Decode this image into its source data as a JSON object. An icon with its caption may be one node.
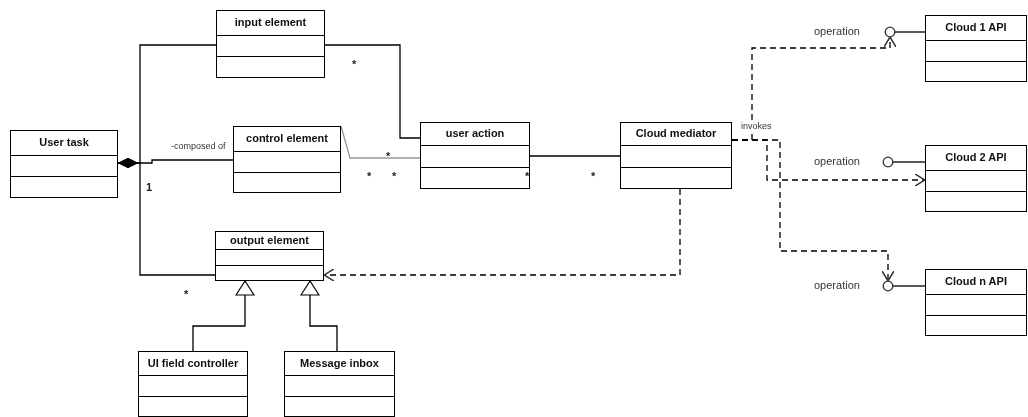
{
  "diagram": {
    "nodes": [
      {
        "text": [
          "User task"
        ]
      },
      {
        "text": [
          "input element"
        ]
      },
      {
        "text": [
          "control element"
        ]
      },
      {
        "text": [
          "user action"
        ]
      },
      {
        "text": [
          "Cloud mediator"
        ]
      },
      {
        "text": [
          "output element"
        ]
      },
      {
        "text": [
          "UI field controller"
        ]
      },
      {
        "text": [
          "Message inbox"
        ]
      },
      {
        "text": [
          "Cloud 1 API"
        ]
      },
      {
        "text": [
          "Cloud 2 API"
        ]
      },
      {
        "text": [
          "Cloud n API"
        ]
      },
      {
        "text": [],
        "shape": "circle",
        "beside": [
          "operation"
        ]
      },
      {
        "text": [],
        "shape": "circle",
        "beside": [
          "operation"
        ]
      },
      {
        "text": [],
        "shape": "circle",
        "beside": [
          "operation"
        ]
      }
    ],
    "edges": [
      {
        "from": 0,
        "to": 1,
        "arrow": "other"
      },
      {
        "from": 0,
        "to": 2,
        "arrow": "other",
        "label": "-composed of"
      },
      {
        "from": 0,
        "to": 5,
        "arrow": "other"
      },
      {
        "from": 1,
        "to": 3,
        "arrow": "none"
      },
      {
        "from": 2,
        "to": 3,
        "arrow": "none",
        "color": "#999999"
      },
      {
        "from": 3,
        "to": 4,
        "arrow": "none"
      },
      {
        "from": 4,
        "to": 5,
        "arrow": "to",
        "style": "dashed"
      },
      {
        "from": 6,
        "to": 5,
        "arrow": "to"
      },
      {
        "from": 7,
        "to": 5,
        "arrow": "to"
      },
      {
        "from": 4,
        "to": 11,
        "arrow": "to",
        "style": "dashed",
        "label": "invokes"
      },
      {
        "from": 4,
        "to": 9,
        "arrow": "to",
        "style": "dashed"
      },
      {
        "from": 4,
        "to": 13,
        "arrow": "to",
        "style": "dashed"
      },
      {
        "from": 11,
        "to": 8,
        "arrow": "none"
      },
      {
        "from": 12,
        "to": 9,
        "arrow": "none"
      },
      {
        "from": 13,
        "to": 10,
        "arrow": "none"
      }
    ],
    "labels": [
      "*",
      "*",
      "*",
      "*",
      "*",
      "*",
      "1",
      "*"
    ]
  }
}
